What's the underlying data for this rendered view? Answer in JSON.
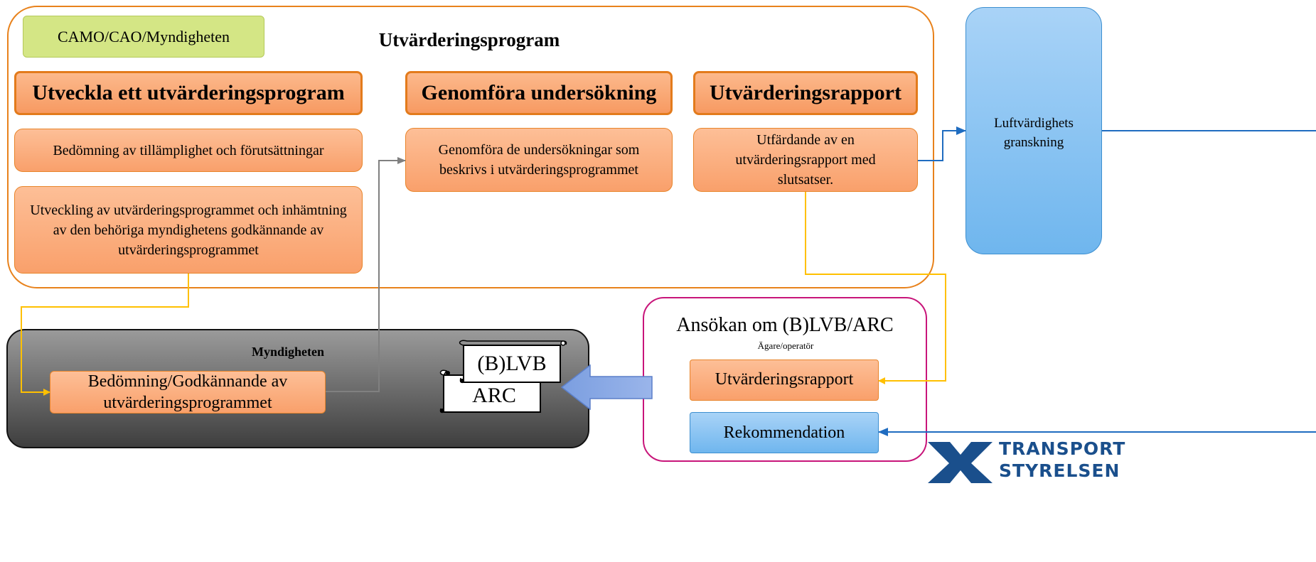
{
  "colors": {
    "program_border": "#e8821c",
    "phase_fill": "#f79a62",
    "task_fill": "#fbab79",
    "camo_fill": "#d4e685",
    "authority_fill": "#6b6b6b",
    "application_border": "#c8157a",
    "blue_fill": "#86c3f3",
    "yellow_line": "#ffc000",
    "gray_line": "#808080",
    "blue_line": "#1f6cc0",
    "brand_blue": "#1a4f8c"
  },
  "program": {
    "title": "Utvärderingsprogram",
    "actor_label": "CAMO/CAO/Myndigheten",
    "phases": {
      "develop": "Utveckla ett utvärderingsprogram",
      "conduct": "Genomföra undersökning",
      "report": "Utvärderingsrapport"
    },
    "tasks": {
      "assessment": "Bedömning av tillämplighet och förutsättningar",
      "development": "Utveckling av utvärderingsprogrammet och inhämtning av den behöriga myndighetens godkännande av utvärderingsprogrammet",
      "investigation": "Genomföra de undersökningar som beskrivs i utvärderingsprogrammet",
      "issuance": "Utfärdande av en utvärderingsrapport med slutsatser."
    }
  },
  "review": {
    "label": "Luftvärdighets granskning"
  },
  "authority": {
    "title": "Myndigheten",
    "approval_box": "Bedömning/Godkännande av utvärderingsprogrammet",
    "certificates": [
      "(B)LVB",
      "ARC"
    ]
  },
  "application": {
    "title": "Ansökan om (B)LVB/ARC",
    "subtitle": "Ägare/operatör",
    "report_item": "Utvärderingsrapport",
    "recommendation_item": "Rekommendation"
  },
  "brand": {
    "line1": "TRANSPORT",
    "line2": "STYRELSEN"
  }
}
